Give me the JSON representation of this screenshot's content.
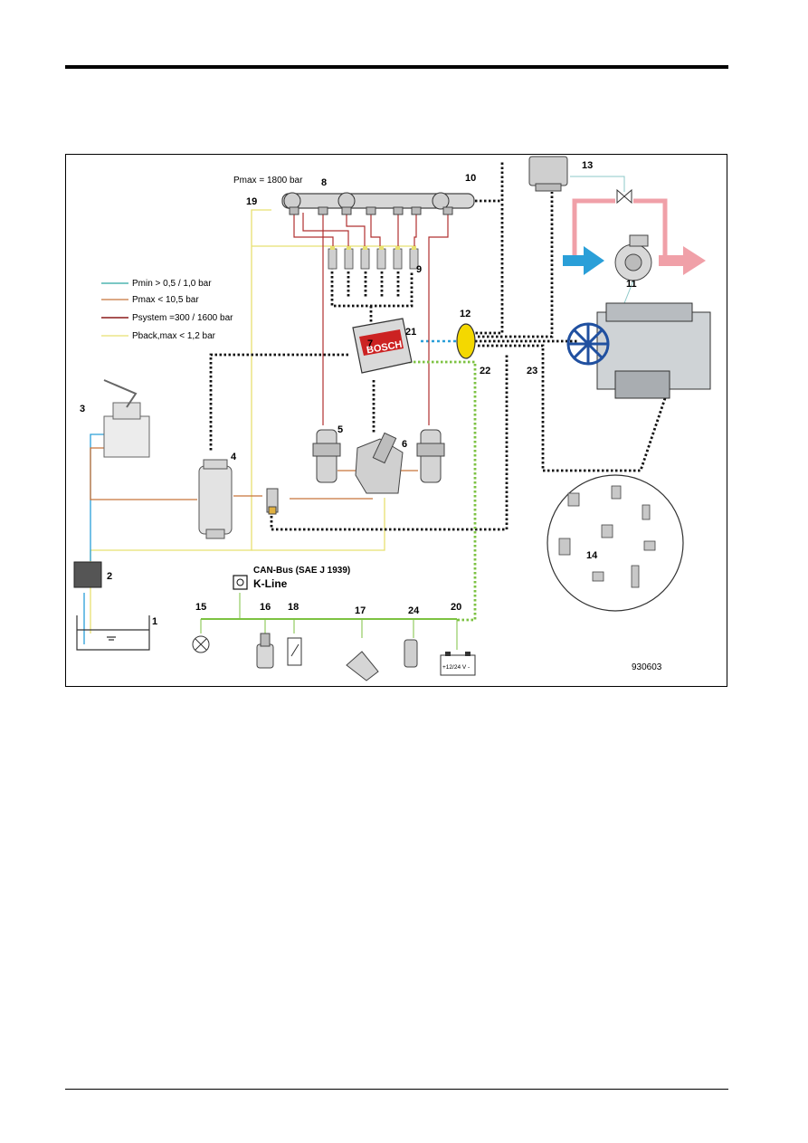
{
  "diagram": {
    "pmax_rail": "Pmax = 1800 bar",
    "labels": {
      "n1": "1",
      "n2": "2",
      "n3": "3",
      "n4": "4",
      "n5": "5",
      "n6": "6",
      "n7": "7",
      "n8": "8",
      "n9": "9",
      "n10": "10",
      "n11": "11",
      "n12": "12",
      "n13": "13",
      "n14": "14",
      "n15": "15",
      "n16": "16",
      "n17": "17",
      "n18": "18",
      "n19": "19",
      "n20": "20",
      "n21": "21",
      "n22": "22",
      "n23": "23",
      "n24": "24"
    },
    "legend": [
      {
        "text": "Pmin > 0,5 / 1,0 bar",
        "color": "#2aa7a0"
      },
      {
        "text": "Pmax < 10,5 bar",
        "color": "#c8743a"
      },
      {
        "text": "Psystem =300 / 1600 bar",
        "color": "#8b1a1a"
      },
      {
        "text": "Pback,max < 1,2 bar",
        "color": "#e8e070"
      }
    ],
    "canbus": "CAN-Bus (SAE J 1939)",
    "kline": "K-Line",
    "ecu_brand": "BOSCH",
    "battery": "+12/24 V -",
    "figure_id": "930603"
  },
  "colors": {
    "green_bus": "#7cc242",
    "blue_line": "#2a9fd8",
    "dark_red": "#b03030",
    "orange": "#c8743a",
    "yellow": "#e8e070",
    "ecu_marker": "#f4d800"
  }
}
